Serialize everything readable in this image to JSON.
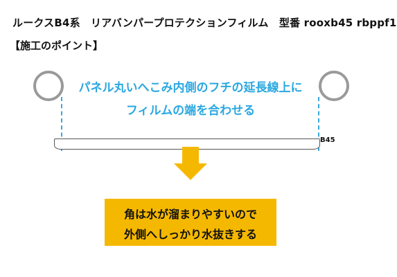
{
  "header": {
    "title": "ルークスB4系　リアバンパープロテクションフィルム　型番 rooxb45 rbppf1",
    "subtitle": "【施工のポイント】"
  },
  "instruction": {
    "line1": "パネル丸いへこみ内側のフチの延長線上に",
    "line2": "フィルムの端を合わせる"
  },
  "film": {
    "label": "B45"
  },
  "note": {
    "line1": "角は水が溜まりやすいので",
    "line2": "外側へしっかり水抜きする"
  },
  "colors": {
    "instruction_text": "#2aa8e0",
    "arrow": "#f5b800",
    "note_box": "#f5b800",
    "circle_border": "#9a9a9a"
  }
}
